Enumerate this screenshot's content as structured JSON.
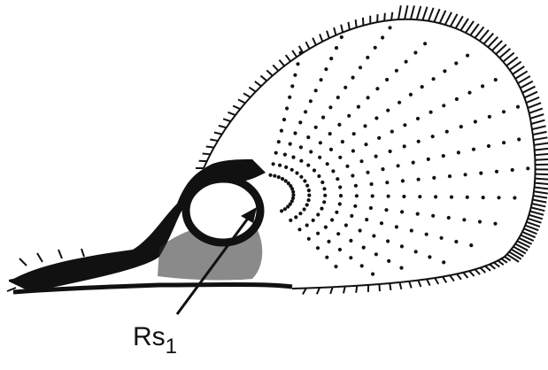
{
  "figure": {
    "labels": [
      {
        "id": "rs1",
        "text": "Rs",
        "subscript": "1"
      }
    ],
    "colors": {
      "ink": "#111111",
      "background": "#ffffff",
      "shade": "#2a2a2a"
    }
  }
}
